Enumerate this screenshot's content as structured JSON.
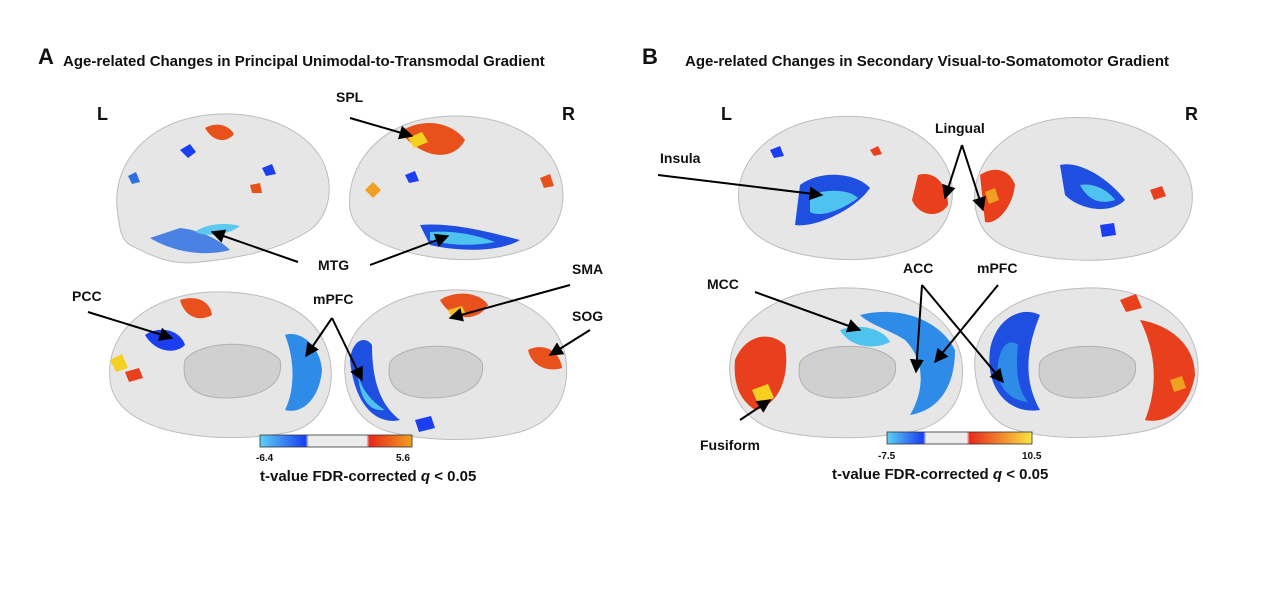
{
  "panels": [
    {
      "letter": "A",
      "title": "Age-related Changes in Principal Unimodal-to-Transmodal Gradient",
      "hemi_left": "L",
      "hemi_right": "R",
      "regions": [
        "SPL",
        "MTG",
        "PCC",
        "mPFC",
        "SMA",
        "SOG"
      ],
      "colorbar": {
        "min": "-6.4",
        "max": "5.6",
        "caption_prefix": "t-value  FDR-corrected ",
        "caption_q": "q",
        "caption_suffix": " < 0.05"
      }
    },
    {
      "letter": "B",
      "title": "Age-related Changes in Secondary Visual-to-Somatomotor Gradient",
      "hemi_left": "L",
      "hemi_right": "R",
      "regions": [
        "Insula",
        "Lingual",
        "MCC",
        "ACC",
        "mPFC",
        "Fusiform"
      ],
      "colorbar": {
        "min": "-7.5",
        "max": "10.5",
        "caption_prefix": "t-value FDR-corrected ",
        "caption_q": "q",
        "caption_suffix": " < 0.05"
      }
    }
  ],
  "colors": {
    "negative": "#1e4fe0",
    "negative_light": "#4fc3f0",
    "positive": "#e8401c",
    "positive_light": "#f5d020",
    "cortex": "#e6e6e6",
    "medial_wall": "#d0d0d0"
  }
}
